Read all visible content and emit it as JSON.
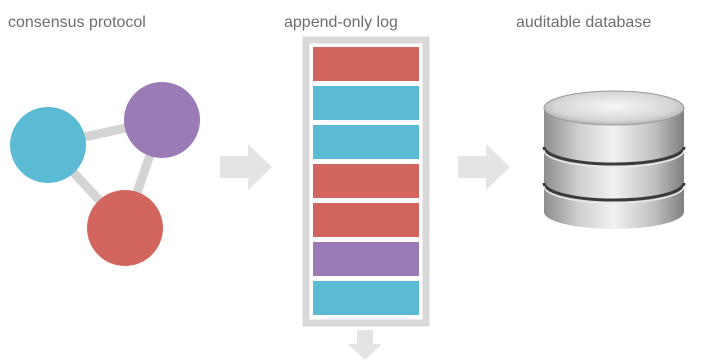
{
  "labels": {
    "consensus": "consensus protocol",
    "log": "append-only log",
    "database": "auditable database"
  },
  "log_entries": [
    "red",
    "blue",
    "blue",
    "red",
    "red",
    "purple",
    "blue"
  ],
  "colors": {
    "red": "#d2655e",
    "blue": "#5bbbd4",
    "purple": "#9a7bb5",
    "edge": "#d4d4d4",
    "arrow": "#e4e4e4",
    "log_frame": "#d9d9d9",
    "label": "#6e6e6e"
  },
  "nodes": [
    "blue",
    "purple",
    "red"
  ],
  "icons": {
    "arrow_right": "arrow-right-icon",
    "arrow_down": "arrow-down-icon",
    "database": "database-icon"
  }
}
